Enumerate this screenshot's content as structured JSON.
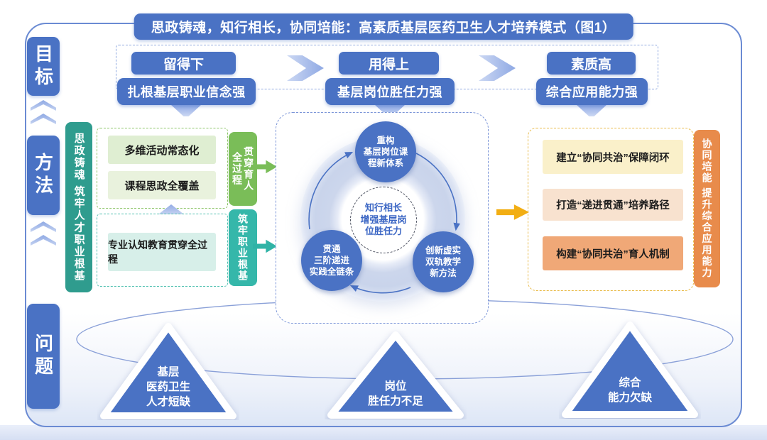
{
  "title": "思政铸魂，知行相长，协同培能：高素质基层医药卫生人才培养模式（图1）",
  "sidebar": {
    "goal": "目标",
    "method": "方法",
    "problem": "问题"
  },
  "goals": {
    "items": [
      {
        "badge": "留得下",
        "desc": "扎根基层职业信念强"
      },
      {
        "badge": "用得上",
        "desc": "基层岗位胜任力强"
      },
      {
        "badge": "素质高",
        "desc": "综合应用能力强"
      }
    ]
  },
  "ideology": {
    "side_label": "思政铸魂 筑牢人才职业根基",
    "boxes": [
      "多维活动常态化",
      "课程思政全覆盖",
      "专业认知教育贯穿全过程"
    ],
    "tag_top": "贯穿育人\n全过程",
    "tag_bottom": "筑牢职业根基"
  },
  "cycle": {
    "node_top": "重构\n基层岗位课\n程新体系",
    "node_right": "创新虚实\n双轨教学\n新方法",
    "node_left": "贯通\n三阶递进\n实践全链条",
    "center": "知行相长\n增强基层岗\n位胜任力"
  },
  "collaboration": {
    "boxes": [
      "建立“协同共治”保障闭环",
      "打造“递进贯通”培养路径",
      "构建“协同共治”育人机制"
    ],
    "side_label": "协同培能 提升综合应用能力"
  },
  "problems": [
    "基层\n医药卫生\n人才短缺",
    "岗位\n胜任力不足",
    "综合\n能力欠缺"
  ],
  "colors": {
    "primary_blue": "#4a72c4",
    "teal": "#2f9c8e",
    "green": "#7abd58",
    "teal_bright": "#2fb3a6",
    "orange": "#e88b4b",
    "arrow_yellow": "#f2ae13"
  }
}
